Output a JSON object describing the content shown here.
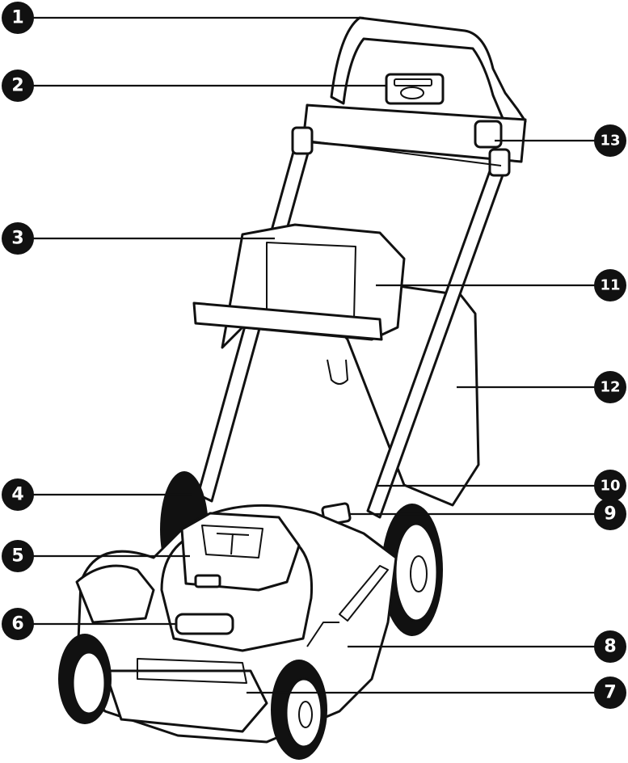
{
  "diagram": {
    "callouts": [
      {
        "number": "1"
      },
      {
        "number": "2"
      },
      {
        "number": "3"
      },
      {
        "number": "4"
      },
      {
        "number": "5"
      },
      {
        "number": "6"
      },
      {
        "number": "7"
      },
      {
        "number": "8"
      },
      {
        "number": "9"
      },
      {
        "number": "10"
      },
      {
        "number": "11"
      },
      {
        "number": "12"
      },
      {
        "number": "13"
      }
    ],
    "colors": {
      "ink": "#111111",
      "paper": "#ffffff"
    }
  }
}
